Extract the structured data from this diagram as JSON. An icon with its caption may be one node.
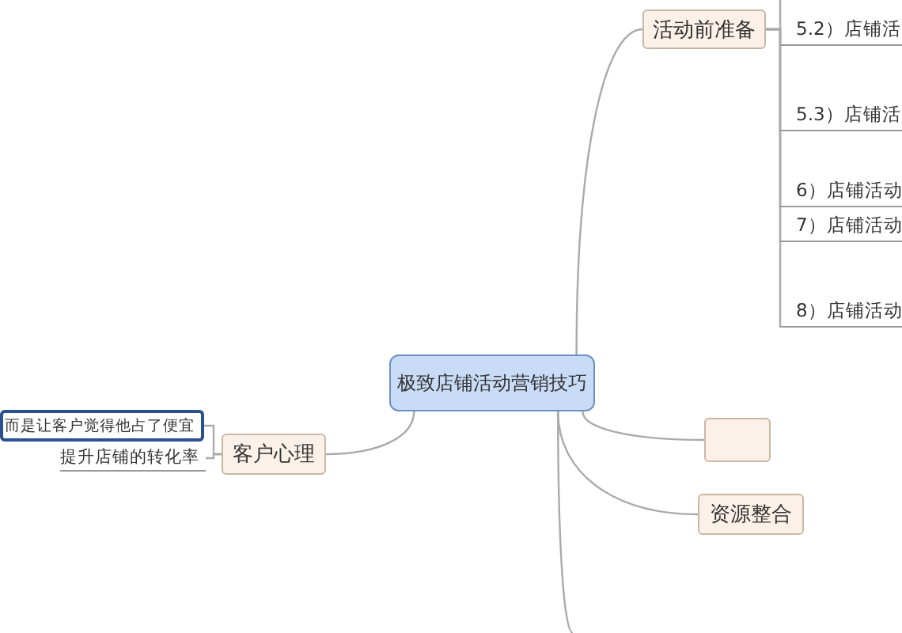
{
  "diagram": {
    "nodes": [
      {
        "text": [
          "极致店铺活动营销技巧"
        ]
      },
      {
        "text": [
          "活动前准备"
        ]
      },
      {
        "text": [
          "5.2）店铺活"
        ]
      },
      {
        "text": [
          "5.3）店铺活"
        ]
      },
      {
        "text": [
          "6）店铺活动"
        ]
      },
      {
        "text": [
          "7）店铺活动"
        ]
      },
      {
        "text": [
          "8）店铺活动"
        ]
      },
      {
        "text": [
          "客户心理"
        ]
      },
      {
        "text": [
          "而是让客户觉得他占了便宜"
        ]
      },
      {
        "text": [
          "提升店铺的转化率"
        ]
      },
      {
        "text": [],
        "shape": "box"
      },
      {
        "text": [
          "资源整合"
        ]
      }
    ],
    "edges": [
      {
        "from": 0,
        "to": 1,
        "arrow": "none"
      },
      {
        "from": 1,
        "to": 2,
        "arrow": "none"
      },
      {
        "from": 1,
        "to": 3,
        "arrow": "none"
      },
      {
        "from": 1,
        "to": 4,
        "arrow": "none"
      },
      {
        "from": 1,
        "to": 5,
        "arrow": "none"
      },
      {
        "from": 1,
        "to": 6,
        "arrow": "none"
      },
      {
        "from": 0,
        "to": 7,
        "arrow": "none"
      },
      {
        "from": 7,
        "to": 8,
        "arrow": "none"
      },
      {
        "from": 7,
        "to": 9,
        "arrow": "none"
      },
      {
        "from": 0,
        "to": 10,
        "arrow": "none"
      },
      {
        "from": 0,
        "to": 11,
        "arrow": "none"
      },
      {
        "from": 0,
        "to": null,
        "arrow": "none"
      }
    ]
  }
}
